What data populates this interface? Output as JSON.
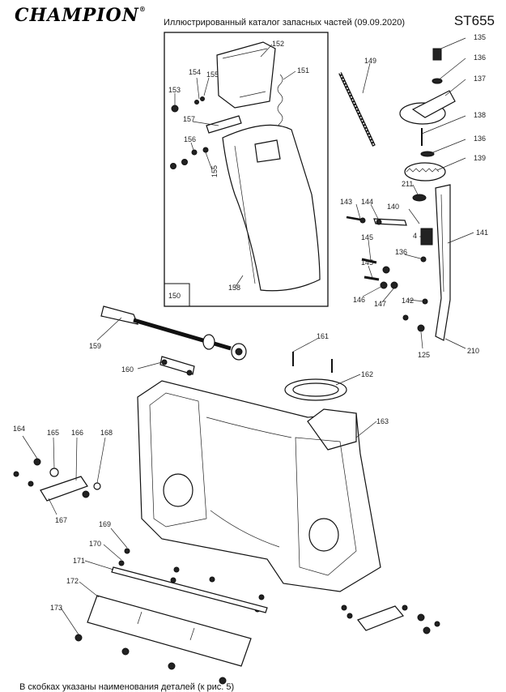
{
  "header": {
    "brand": "CHAMPION",
    "brand_mark": "®",
    "title": "Иллюстрированный каталог запасных частей (09.09.2020)",
    "model": "ST655"
  },
  "inset": {
    "box_label": "150"
  },
  "labels": {
    "l135": "135",
    "l136a": "136",
    "l137": "137",
    "l138": "138",
    "l136b": "136",
    "l139": "139",
    "l149": "149",
    "l152": "152",
    "l151": "151",
    "l154": "154",
    "l155a": "155",
    "l153": "153",
    "l157": "157",
    "l156": "156",
    "l155b": "155",
    "l158": "158",
    "l211": "211",
    "l143": "143",
    "l144": "144",
    "l140": "140",
    "l4": "4",
    "l141": "141",
    "l145a": "145",
    "l136c": "136",
    "l145b": "145",
    "l146": "146",
    "l147": "147",
    "l142": "142",
    "l125": "125",
    "l210": "210",
    "l159": "159",
    "l160": "160",
    "l161": "161",
    "l162": "162",
    "l163": "163",
    "l164": "164",
    "l165": "165",
    "l166": "166",
    "l168": "168",
    "l167": "167",
    "l169": "169",
    "l170": "170",
    "l171": "171",
    "l172": "172",
    "l173": "173"
  },
  "footer": {
    "text": "В скобках указаны наименования деталей (к рис. 5)"
  }
}
